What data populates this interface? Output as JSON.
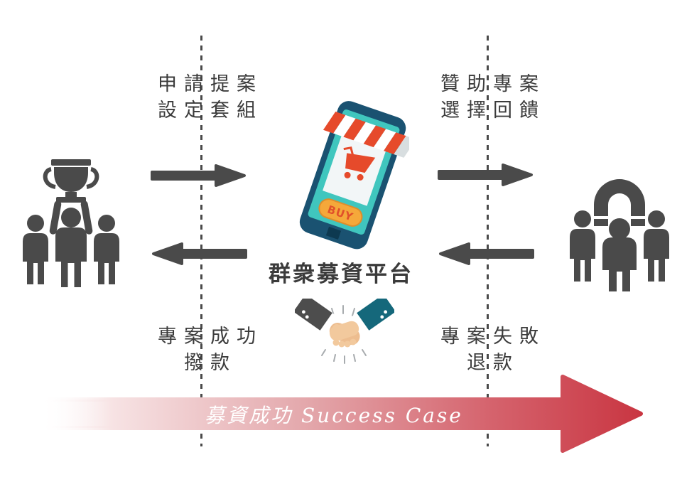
{
  "diagram": {
    "center": {
      "platform_title": "群衆募資平台",
      "buy_label": "BUY"
    },
    "flows": {
      "top_left": {
        "line1": "申請提案",
        "line2": "設定套組"
      },
      "top_right": {
        "line1": "贊助專案",
        "line2": "選擇回饋"
      },
      "bottom_left": {
        "line1": "專案成功",
        "line2": "撥款"
      },
      "bottom_right": {
        "line1": "專案失敗",
        "line2": "退款"
      }
    },
    "success_arrow": {
      "label": "募資成功 Success Case"
    },
    "icons": [
      "trophy-team-icon",
      "smartphone-shop-icon",
      "handshake-icon",
      "magnet-audience-icon"
    ],
    "colors": {
      "icon_gray": "#4a4a4a",
      "text_dark": "#3b3b3b",
      "phone_body": "#1a5271",
      "phone_screen": "#40c6be",
      "awning_red": "#e64a2b",
      "buy_orange": "#f5a83a",
      "buy_text": "#e1502a",
      "sleeve_teal": "#15687b",
      "success_red": "#c93642",
      "success_pink": "#f2d5d7"
    }
  }
}
